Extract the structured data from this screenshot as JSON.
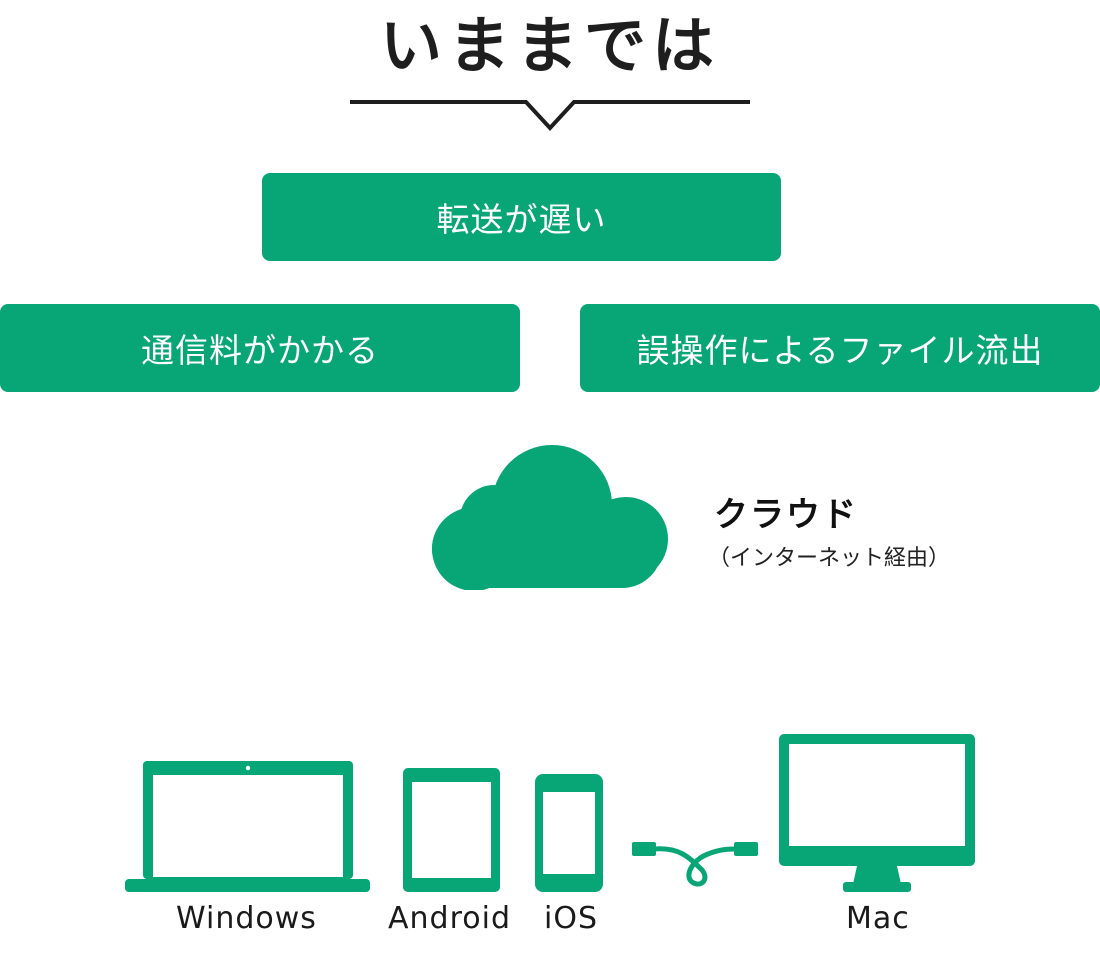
{
  "heading": "いままでは",
  "issues": {
    "top": "転送が遅い",
    "left": "通信料がかかる",
    "right": "誤操作によるファイル流出"
  },
  "cloud": {
    "title": "クラウド",
    "subtitle": "（インターネット経由）"
  },
  "devices": {
    "windows": "Windows",
    "android": "Android",
    "ios": "iOS",
    "mac": "Mac"
  },
  "colors": {
    "accent": "#08a577",
    "text": "#1e1e1e"
  }
}
